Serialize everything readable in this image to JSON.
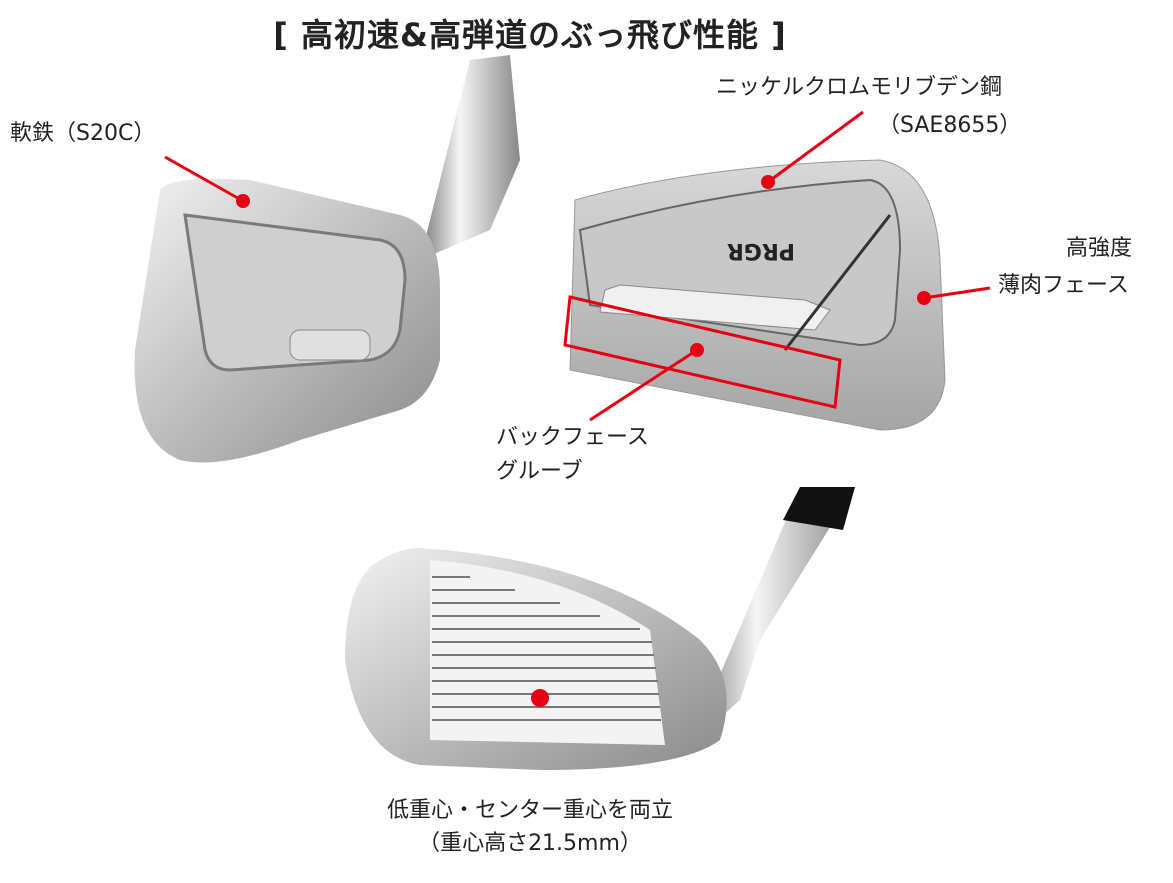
{
  "title": "[ 高初速&高弾道のぶっ飛び性能 ]",
  "labels": {
    "soft_iron": "軟鉄（S20C）",
    "nickel_line1": "ニッケルクロムモリブデン鋼",
    "nickel_line2": "（SAE8655）",
    "face_line1": "高強度",
    "face_line2": "薄肉フェース",
    "groove_line1": "バックフェース",
    "groove_line2": "グルーブ",
    "cg_line1": "低重心・センター重心を両立",
    "cg_line2": "（重心高さ21.5mm）"
  },
  "logo_text": "PRGR",
  "colors": {
    "accent": "#e60012",
    "text": "#222222"
  }
}
